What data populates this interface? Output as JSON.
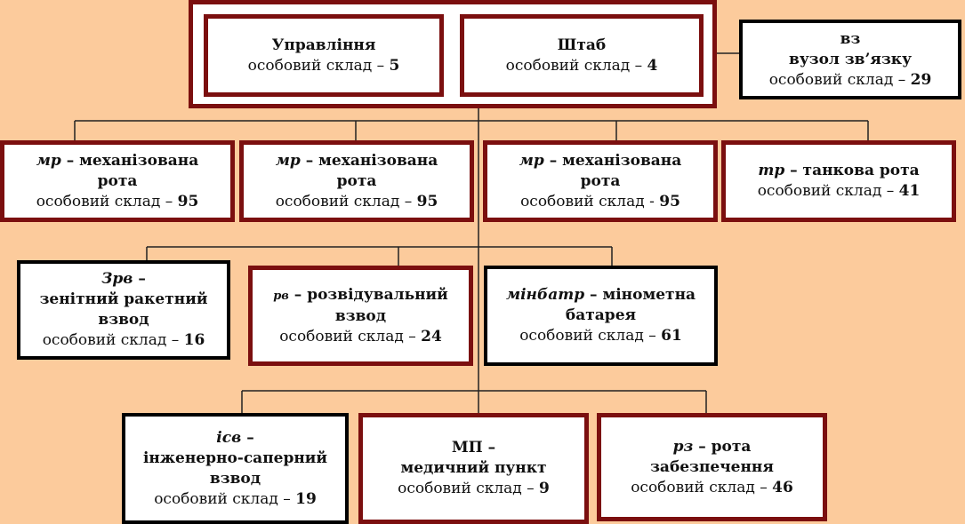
{
  "hq": {
    "uprav": {
      "title": "Управління",
      "staff_label": "особовий склад – ",
      "staff": "5"
    },
    "shtab": {
      "title": "Штаб",
      "staff_label": "особовий склад – ",
      "staff": "4"
    }
  },
  "vz": {
    "abbr": "вз",
    "title": "вузол зв’язку",
    "staff_label": "особовий склад – ",
    "staff": "29"
  },
  "mr1": {
    "abbr": "мр",
    "title1": " – механізована",
    "title2": "рота",
    "staff_label": "особовий склад – ",
    "staff": "95"
  },
  "mr2": {
    "abbr": "мр",
    "title1": " – механізована",
    "title2": "рота",
    "staff_label": "особовий склад – ",
    "staff": "95"
  },
  "mr3": {
    "abbr": "мр",
    "title1": " – механізована",
    "title2": "рота",
    "staff_label": "особовий склад - ",
    "staff": "95"
  },
  "tr": {
    "abbr": "тр",
    "title1": " – танкова рота",
    "staff_label": "особовий склад – ",
    "staff": "41"
  },
  "zrv": {
    "abbr": "Зрв",
    "title1": " –",
    "title2": "зенітний ракетний",
    "title3": "взвод",
    "staff_label": "особовий склад – ",
    "staff": "16"
  },
  "rv": {
    "abbr": "рв",
    "title1": " – розвідувальний",
    "title2": "взвод",
    "staff_label": "особовий склад – ",
    "staff": "24"
  },
  "minbatr": {
    "abbr": "мінбатр",
    "title1": " – мінометна",
    "title2": "батарея",
    "staff_label": "особовий склад – ",
    "staff": "61"
  },
  "isv": {
    "abbr": "ісв",
    "title1": " –",
    "title2": "інженерно-саперний",
    "title3": "взвод",
    "staff_label": "особовий склад – ",
    "staff": "19"
  },
  "mp": {
    "title1": "МП –",
    "title2": "медичний пункт",
    "staff_label": "особовий склад – ",
    "staff": "9"
  },
  "rz": {
    "abbr": "рз",
    "title1": " – рота",
    "title2": "забезпечення",
    "staff_label": "особовий склад – ",
    "staff": "46"
  },
  "colors": {
    "background": "#fccb9c",
    "border_red": "#7b0f0f",
    "border_black": "#000000",
    "box_fill": "#ffffff"
  }
}
